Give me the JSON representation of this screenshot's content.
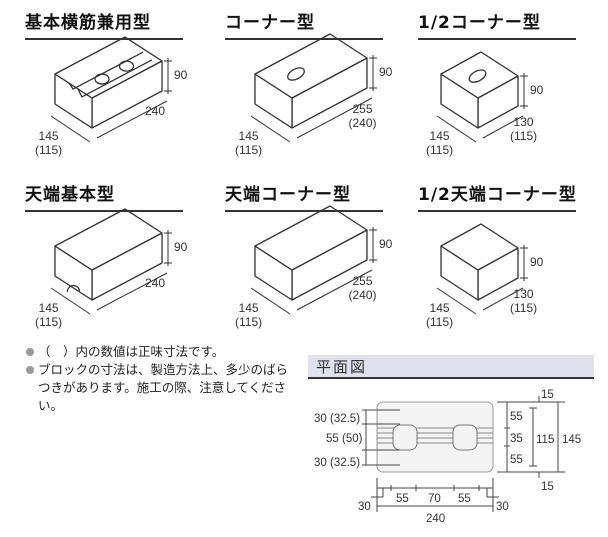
{
  "panels": [
    {
      "title": "基本横筋兼用型",
      "height": "90",
      "length": "240",
      "length_net": "",
      "depth": "145",
      "depth_net": "(115)",
      "variant": "groove"
    },
    {
      "title": "コーナー型",
      "height": "90",
      "length": "255",
      "length_net": "(240)",
      "depth": "145",
      "depth_net": "(115)",
      "variant": "corner"
    },
    {
      "title": "1/2コーナー型",
      "height": "90",
      "length": "130",
      "length_net": "(115)",
      "depth": "145",
      "depth_net": "(115)",
      "variant": "half-corner"
    },
    {
      "title": "天端基本型",
      "height": "90",
      "length": "240",
      "length_net": "",
      "depth": "145",
      "depth_net": "(115)",
      "variant": "top"
    },
    {
      "title": "天端コーナー型",
      "height": "90",
      "length": "255",
      "length_net": "(240)",
      "depth": "145",
      "depth_net": "(115)",
      "variant": "top-corner"
    },
    {
      "title": "1/2天端コーナー型",
      "height": "90",
      "length": "130",
      "length_net": "(115)",
      "depth": "145",
      "depth_net": "(115)",
      "variant": "half-top"
    }
  ],
  "notes": [
    "（　）内の数値は正味寸法です。",
    "ブロックの寸法は、製造方法上、多少のばらつきがあります。施工の際、注意してください。"
  ],
  "plan": {
    "title": "平面図",
    "left_dims": [
      "30 (32.5)",
      "55 (50)",
      "30 (32.5)"
    ],
    "right_dims": [
      "55",
      "35",
      "55"
    ],
    "inner_height": "115",
    "total_height": "145",
    "top_offset": "15",
    "bottom_offset": "15",
    "bottom_dims": [
      "55",
      "70",
      "55"
    ],
    "left_end": "30",
    "right_end": "30",
    "total_length": "240"
  }
}
